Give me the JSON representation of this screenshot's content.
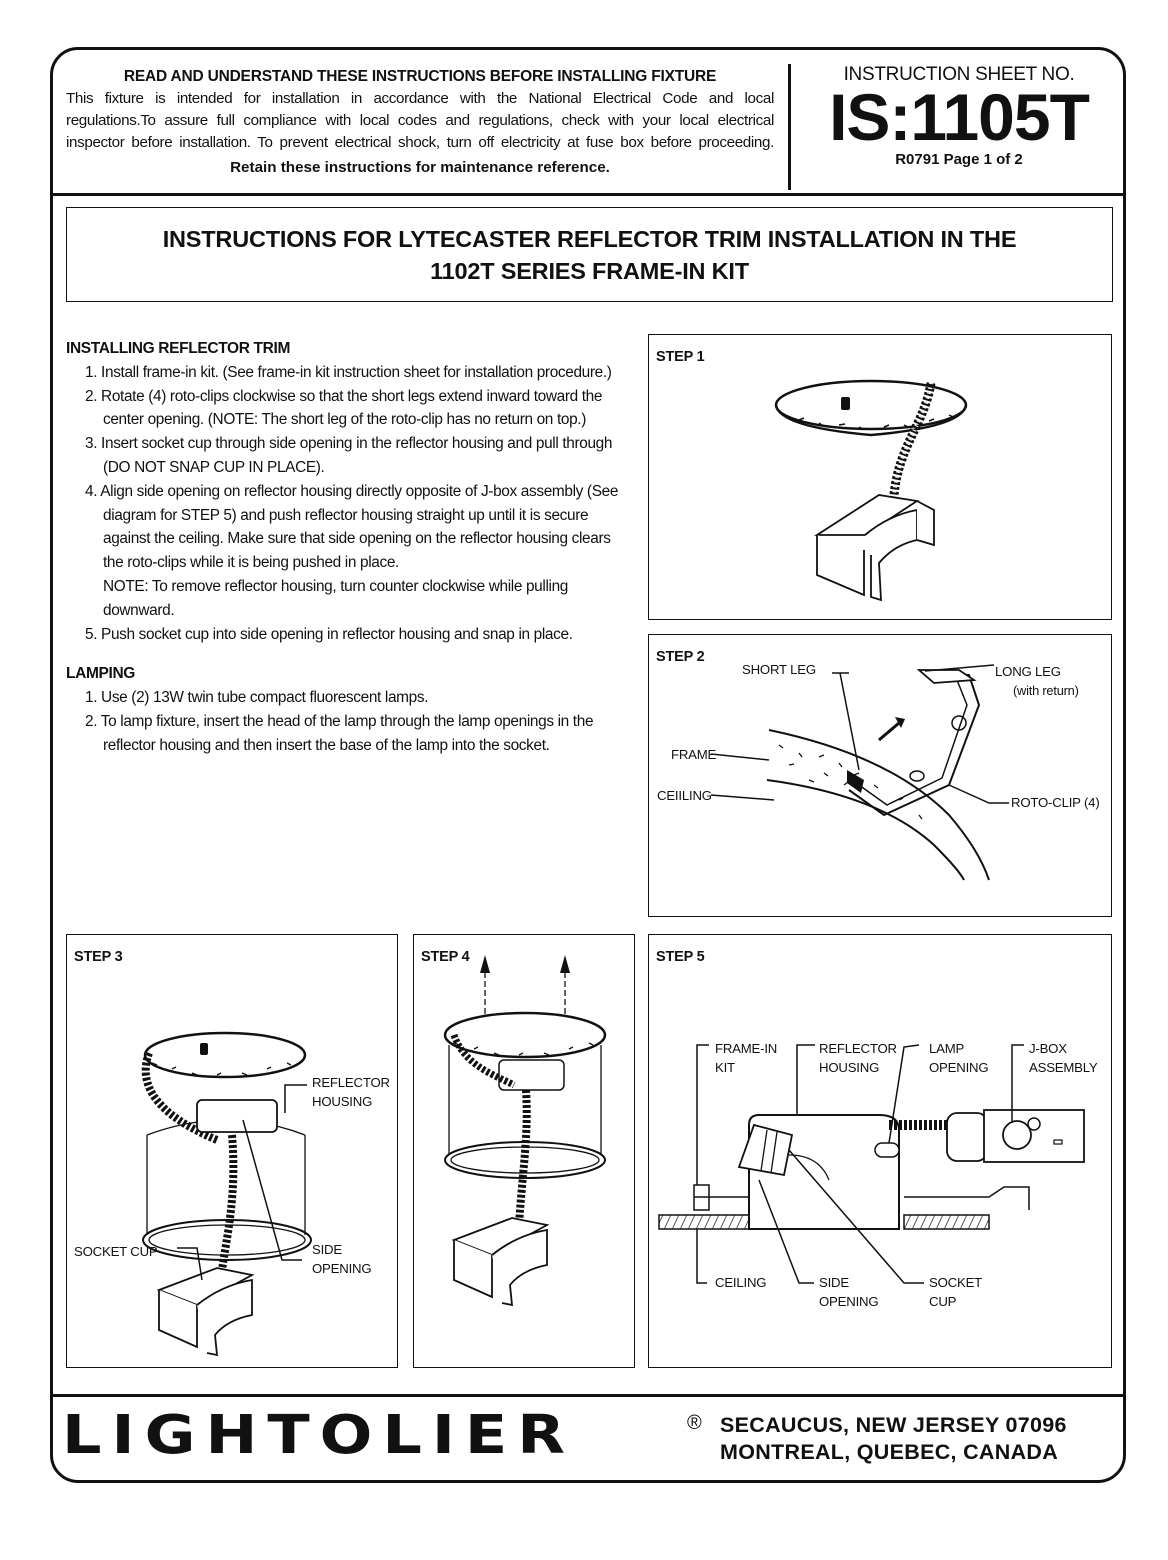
{
  "header": {
    "warning_heading": "READ AND UNDERSTAND THESE INSTRUCTIONS BEFORE INSTALLING FIXTURE",
    "warning_lines": [
      "This fixture is intended for installation in accordance with the National Electrical Code and local",
      "regulations.To assure full compliance with local codes and regulations, check with your local electrical",
      "inspector before installation.  To prevent electrical shock, turn off electricity at fuse box before proceeding."
    ],
    "retain_note": "Retain these instructions for maintenance reference.",
    "sheet_label": "INSTRUCTION SHEET NO.",
    "sheet_number": "IS:1105T",
    "revision": "R0791 Page 1 of 2"
  },
  "title": {
    "line1": "INSTRUCTIONS FOR LYTECASTER REFLECTOR TRIM INSTALLATION IN THE",
    "line2": "1102T SERIES FRAME-IN KIT"
  },
  "installing": {
    "heading": "INSTALLING REFLECTOR TRIM",
    "steps": [
      "1. Install frame-in kit.  (See frame-in kit instruction sheet for installation procedure.)",
      "2. Rotate (4) roto-clips clockwise so that the short legs extend inward toward the center opening.  (NOTE: The short leg of the roto-clip has no return on top.)",
      "3. Insert socket cup through side opening  in the reflector housing and pull through (DO NOT SNAP CUP IN PLACE).",
      "4. Align side opening on reflector housing directly opposite of J-box assembly (See diagram for STEP 5) and push reflector housing straight up until it is secure against the ceiling.  Make sure that side opening on the reflector housing clears the roto-clips while it is being pushed in place.",
      "NOTE: To remove reflector housing, turn counter clockwise while pulling downward.",
      "5. Push socket cup into side opening in reflector housing and snap in place."
    ]
  },
  "lamping": {
    "heading": "LAMPING",
    "steps": [
      "1. Use (2) 13W twin tube compact fluorescent lamps.",
      "2. To lamp fixture, insert the head of the lamp through the lamp openings in the reflector housing and then insert the base of the lamp into the socket."
    ]
  },
  "diagrams": {
    "step1": {
      "label": "STEP 1"
    },
    "step2": {
      "label": "STEP 2",
      "callouts": {
        "short_leg": "SHORT LEG",
        "long_leg": "LONG LEG",
        "long_leg_sub": "(with return)",
        "frame": "FRAME",
        "ceiling": "CEIILING",
        "roto_clip": "ROTO-CLIP (4)"
      }
    },
    "step3": {
      "label": "STEP 3",
      "callouts": {
        "reflector_1": "REFLECTOR",
        "reflector_2": "HOUSING",
        "socket_cup": "SOCKET CUP",
        "side_1": "SIDE",
        "side_2": "OPENING"
      }
    },
    "step4": {
      "label": "STEP 4"
    },
    "step5": {
      "label": "STEP 5",
      "callouts": {
        "frame_in_1": "FRAME-IN",
        "frame_in_2": "KIT",
        "reflector_1": "REFLECTOR",
        "reflector_2": "HOUSING",
        "lamp_1": "LAMP",
        "lamp_2": "OPENING",
        "jbox_1": "J-BOX",
        "jbox_2": "ASSEMBLY",
        "ceiling": "CEILING",
        "side_1": "SIDE",
        "side_2": "OPENING",
        "socket_1": "SOCKET",
        "socket_2": "CUP"
      }
    }
  },
  "footer": {
    "brand": "LIGHTOLIER",
    "registered": "®",
    "address_line1": "SECAUCUS, NEW JERSEY 07096",
    "address_line2": "MONTREAL, QUEBEC, CANADA"
  }
}
